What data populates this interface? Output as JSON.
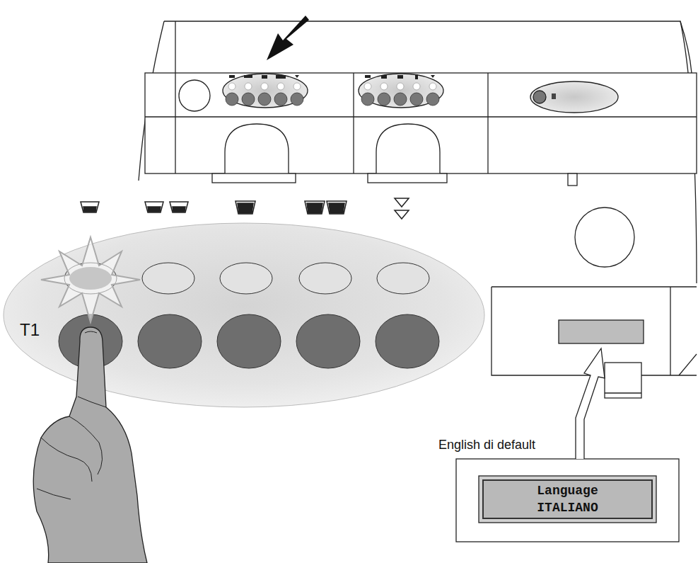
{
  "diagram": {
    "nodes": [
      {
        "text": [
          "T1"
        ]
      },
      {
        "text": [
          "Language",
          "ITALIANO"
        ]
      }
    ],
    "labels": [
      "English di default"
    ]
  }
}
